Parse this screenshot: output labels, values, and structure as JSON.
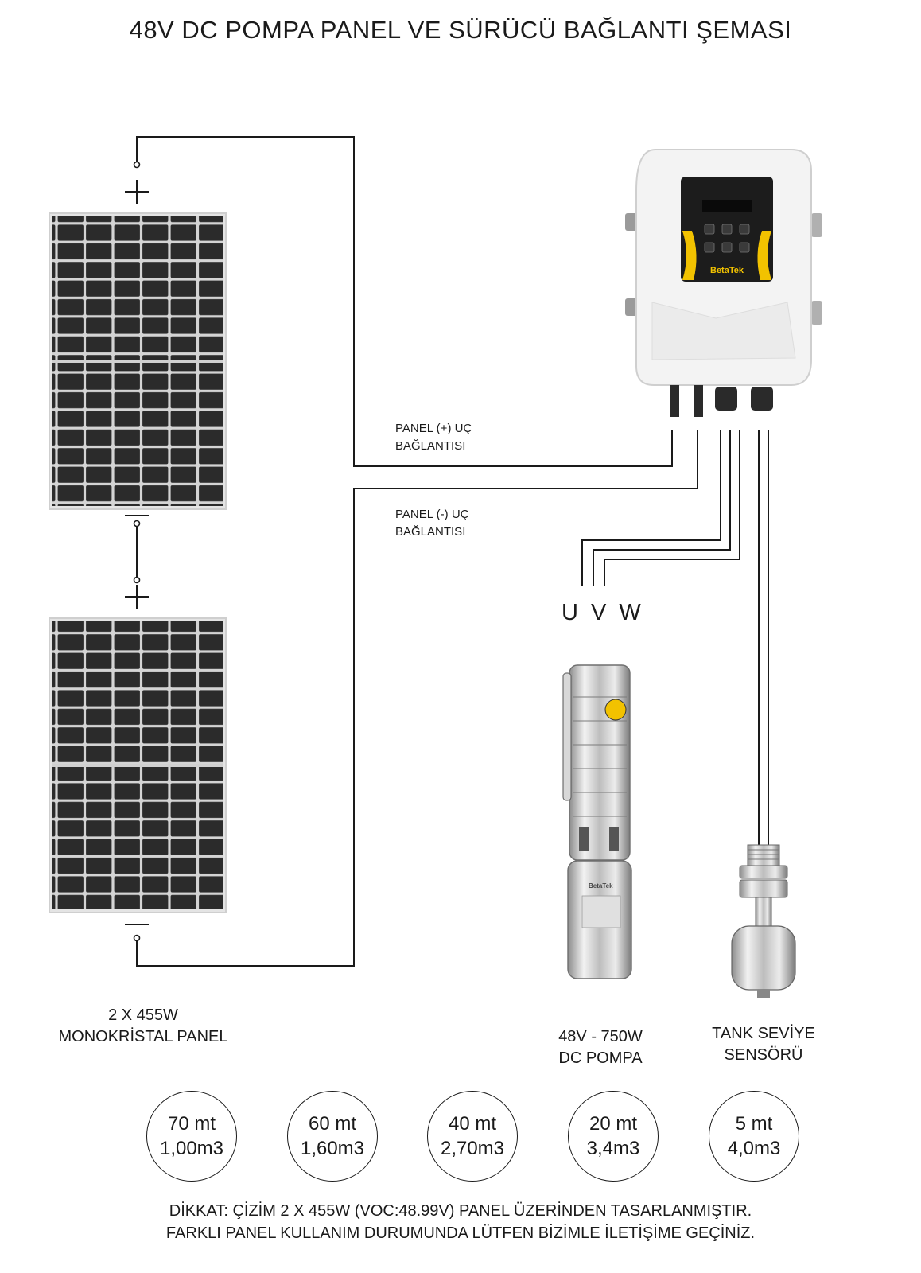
{
  "title": "48V DC POMPA PANEL VE SÜRÜCÜ BAĞLANTI ŞEMASI",
  "wire_labels": {
    "positive_line1": "PANEL (+) UÇ",
    "positive_line2": "BAĞLANTISI",
    "negative_line1": "PANEL (-) UÇ",
    "negative_line2": "BAĞLANTISI"
  },
  "uvw": "U V W",
  "controller": {
    "brand": "BetaTek"
  },
  "panel_caption": {
    "line1": "2 X 455W",
    "line2": "MONOKRİSTAL PANEL"
  },
  "pump_caption": {
    "line1": "48V - 750W",
    "line2": "DC POMPA"
  },
  "pump_brand": "BetaTek",
  "sensor_caption": {
    "line1": "TANK SEVİYE",
    "line2": "SENSÖRÜ"
  },
  "polarity": {
    "plus": "+",
    "minus": "—"
  },
  "specs": [
    {
      "head": "70 mt",
      "flow": "1,00m3"
    },
    {
      "head": "60 mt",
      "flow": "1,60m3"
    },
    {
      "head": "40 mt",
      "flow": "2,70m3"
    },
    {
      "head": "20 mt",
      "flow": "3,4m3"
    },
    {
      "head": "5 mt",
      "flow": "4,0m3"
    }
  ],
  "note": {
    "line1": "DİKKAT: ÇİZİM 2 X 455W (VOC:48.99V) PANEL ÜZERİNDEN  TASARLANMIŞTIR.",
    "line2": "FARKLI PANEL KULLANIM DURUMUNDA LÜTFEN BİZİMLE İLETİŞİME GEÇİNİZ."
  },
  "colors": {
    "panel_cell": "#2b2b2b",
    "panel_frame": "#d9d9d9",
    "controller_body": "#f3f3f3",
    "accent": "#f2c200"
  }
}
